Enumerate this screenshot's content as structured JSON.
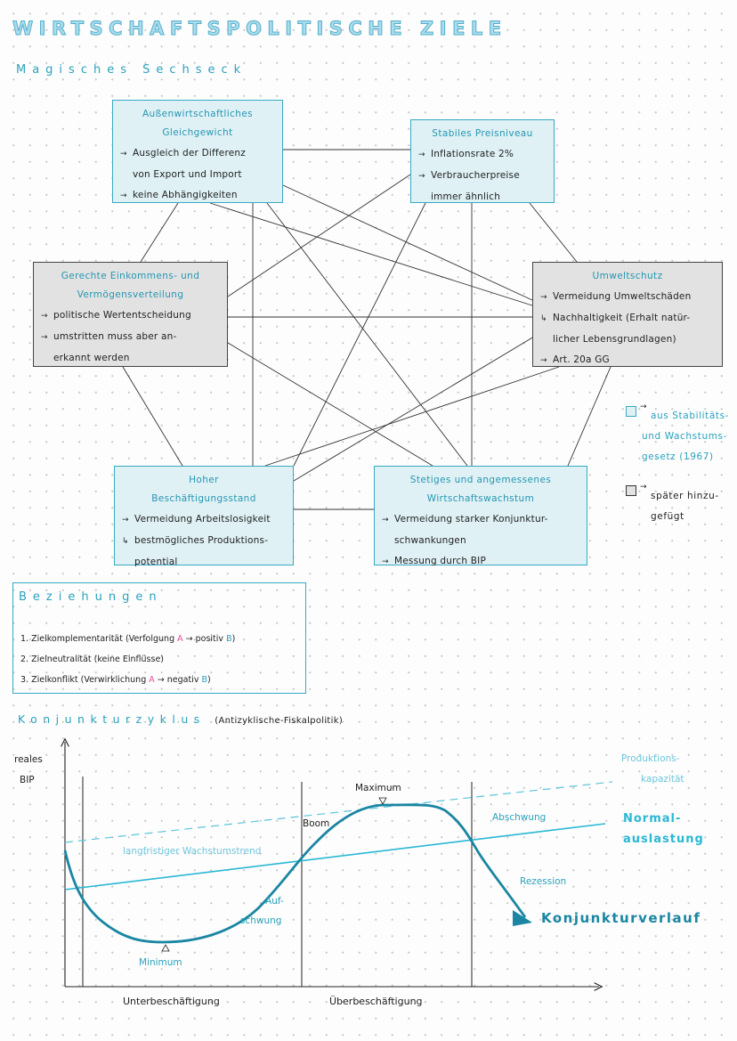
{
  "title": "WIRTSCHAFTSPOLITISCHE ZIELE",
  "subtitle": "Magisches Sechseck",
  "boxes": {
    "aussen": {
      "title_1": "Außenwirtschaftliches",
      "title_2": "Gleichgewicht",
      "lines": [
        "Ausgleich der Differenz",
        "von Export und Import",
        "keine Abhängigkeiten"
      ]
    },
    "preis": {
      "title": "Stabiles Preisniveau",
      "lines": [
        "Inflationsrate 2%",
        "Verbraucherpreise",
        "immer ähnlich"
      ]
    },
    "gerecht": {
      "title_1": "Gerechte Einkommens- und",
      "title_2": "Vermögensverteilung",
      "lines": [
        "politische Wertentscheidung",
        "umstritten muss aber an-",
        "erkannt werden"
      ]
    },
    "umwelt": {
      "title": "Umweltschutz",
      "lines": [
        "Vermeidung Umweltschäden",
        "Nachhaltigkeit (Erhalt natür-",
        "licher Lebensgrundlagen)",
        "Art. 20a GG"
      ]
    },
    "beschaeftigung": {
      "title_1": "Hoher",
      "title_2": "Beschäftigungsstand",
      "lines": [
        "Vermeidung Arbeitslosigkeit",
        "bestmögliches Produktions-",
        "potential"
      ]
    },
    "wachstum": {
      "title_1": "Stetiges und angemessenes",
      "title_2": "Wirtschaftswachstum",
      "lines": [
        "Vermeidung starker Konjunktur-",
        "schwankungen",
        "Messung durch BIP"
      ]
    }
  },
  "legend": {
    "item1_lines": [
      "aus Stabilitäts-",
      "und Wachstums-",
      "gesetz (1967)"
    ],
    "item2_lines": [
      "später hinzu-",
      "gefügt"
    ]
  },
  "beziehungen": {
    "title": "Beziehungen",
    "items": [
      {
        "num": "1.",
        "pre": "Zielkomplementarität (Verfolgung ",
        "a": "A",
        "mid": " → positiv ",
        "b": "B",
        "post": ")"
      },
      {
        "num": "2.",
        "pre": "Zielneutralität (keine Einflüsse)",
        "a": "",
        "mid": "",
        "b": "",
        "post": ""
      },
      {
        "num": "3.",
        "pre": "Zielkonflikt (Verwirklichung ",
        "a": "A",
        "mid": " → negativ ",
        "b": "B",
        "post": ")"
      }
    ]
  },
  "konjunktur": {
    "title": "Konjunkturzyklus",
    "title_note": "(Antizyklische-Fiskalpolitik)",
    "y_label_1": "reales",
    "y_label_2": "BIP",
    "labels": {
      "produktion_1": "Produktions-",
      "produktion_2": "kapazität",
      "normal_1": "Normal-",
      "normal_2": "auslastung",
      "maximum": "Maximum",
      "boom": "Boom",
      "abschwung": "Abschwung",
      "trend": "langfristiger Wachstumstrend",
      "rezession": "Rezession",
      "aufschwung_1": "Auf-",
      "aufschwung_2": "schwung",
      "minimum": "Minimum",
      "verlauf": "Konjunkturverlauf",
      "unter": "Unterbeschäftigung",
      "ueber": "Überbeschäftigung"
    }
  },
  "colors": {
    "accent": "#2ba2bd",
    "curve": "#1a86a2",
    "pink": "#e0559c",
    "grey_box": "#e2e2e2",
    "teal_box": "#dff1f5"
  }
}
